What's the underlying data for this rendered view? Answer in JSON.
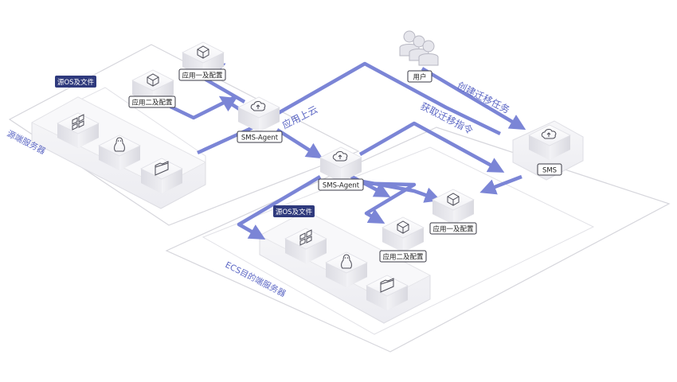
{
  "labels": {
    "source_server": "源端服务器",
    "target_server": "ECS目的端服务器",
    "source_os_files": "源OS及文件",
    "target_os_files": "源OS及文件",
    "app_one_config_top": "应用一及配置",
    "app_two_config_top": "应用二及配置",
    "app_one_config_bottom": "应用一及配置",
    "app_two_config_bottom": "应用二及配置",
    "agent_source": "SMS-Agent",
    "agent_target": "SMS-Agent",
    "user": "用户",
    "sms": "SMS",
    "flow_create_task": "创建迁移任务",
    "flow_get_instruction": "获取迁移指令",
    "flow_app_upload": "应用上云"
  },
  "icons": {
    "cube_app": "package-box-icon",
    "cube_windows": "windows-icon",
    "cube_linux": "linux-penguin-icon",
    "cube_folder": "folder-icon",
    "cube_cloud": "cloud-upload-icon",
    "user_group": "user-group-icon"
  },
  "colors": {
    "flow_arrow": "#7b85d6",
    "badge_dark": "#2f3a7d",
    "platform_stroke": "#d9d9df",
    "cube_top": "#ffffff",
    "cube_side": "#e9e9ee",
    "text_flow": "#5b66c4"
  }
}
